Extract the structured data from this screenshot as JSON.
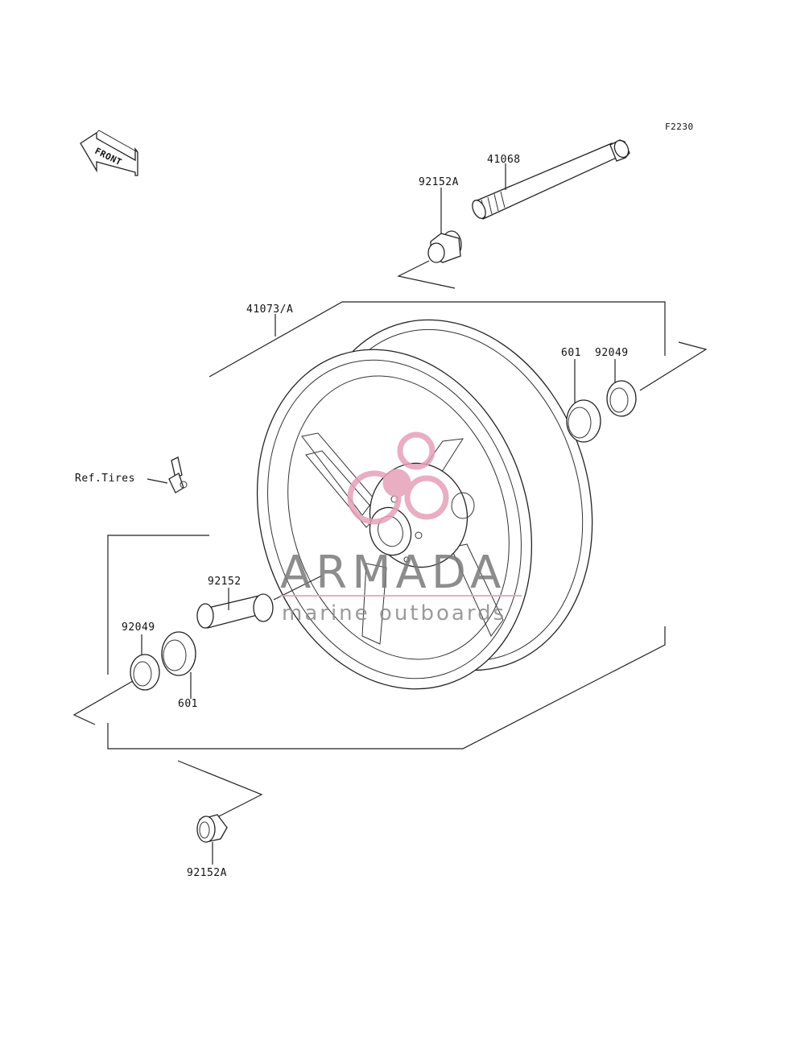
{
  "diagram": {
    "code": "F2230",
    "front_arrow": "FRONT",
    "labels": {
      "axle": "41068",
      "collar_top": "92152A",
      "wheel": "41073/A",
      "seal_right": "92049",
      "bearing_right": "601",
      "valve": "Ref.Tires",
      "spacer": "92152",
      "seal_left": "92049",
      "bearing_left": "601",
      "collar_bottom": "92152A"
    }
  },
  "watermark": {
    "brand": "ARMADA",
    "tagline": "marine outboards",
    "logo_color": "#e6a0b8",
    "text_color": "#8a8a8a"
  }
}
